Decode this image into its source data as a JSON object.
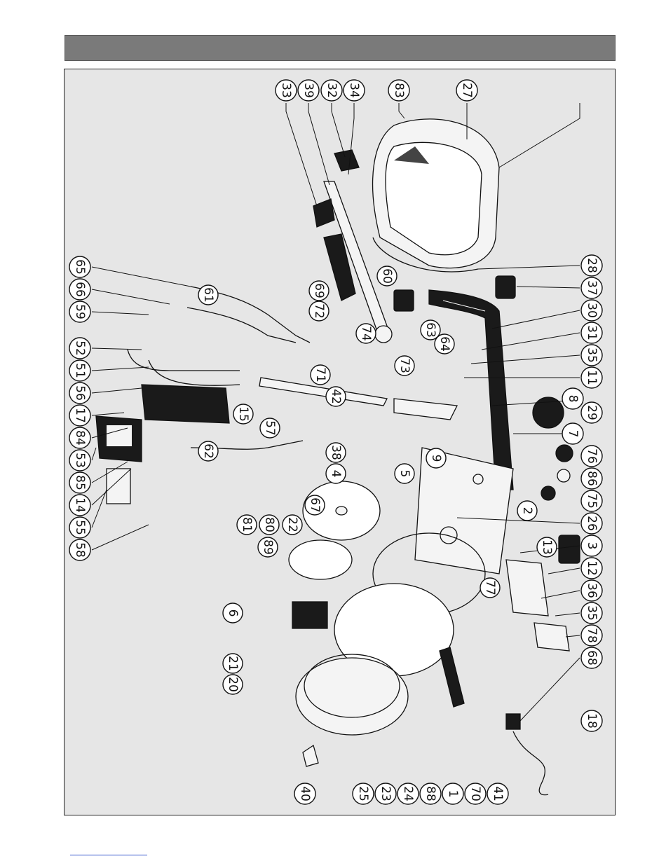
{
  "diagram": {
    "callouts": [
      {
        "id": "c33",
        "label": "33"
      },
      {
        "id": "c39",
        "label": "39"
      },
      {
        "id": "c32",
        "label": "32"
      },
      {
        "id": "c34",
        "label": "34"
      },
      {
        "id": "c83",
        "label": "83"
      },
      {
        "id": "c27",
        "label": "27"
      },
      {
        "id": "c65",
        "label": "65"
      },
      {
        "id": "c66",
        "label": "66"
      },
      {
        "id": "c59",
        "label": "59"
      },
      {
        "id": "c52",
        "label": "52"
      },
      {
        "id": "c51",
        "label": "51"
      },
      {
        "id": "c56",
        "label": "56"
      },
      {
        "id": "c17",
        "label": "17"
      },
      {
        "id": "c84",
        "label": "84"
      },
      {
        "id": "c53",
        "label": "53"
      },
      {
        "id": "c85",
        "label": "85"
      },
      {
        "id": "c14",
        "label": "14"
      },
      {
        "id": "c55",
        "label": "55"
      },
      {
        "id": "c58",
        "label": "58"
      },
      {
        "id": "c61",
        "label": "61"
      },
      {
        "id": "c69",
        "label": "69"
      },
      {
        "id": "c72",
        "label": "72"
      },
      {
        "id": "c60",
        "label": "60"
      },
      {
        "id": "c74",
        "label": "74"
      },
      {
        "id": "c63",
        "label": "63"
      },
      {
        "id": "c64",
        "label": "64"
      },
      {
        "id": "c71",
        "label": "71"
      },
      {
        "id": "c73",
        "label": "73"
      },
      {
        "id": "c42",
        "label": "42"
      },
      {
        "id": "c57",
        "label": "57"
      },
      {
        "id": "c15",
        "label": "15"
      },
      {
        "id": "c62",
        "label": "62"
      },
      {
        "id": "c38",
        "label": "38"
      },
      {
        "id": "c4",
        "label": "4"
      },
      {
        "id": "c5",
        "label": "5"
      },
      {
        "id": "c9",
        "label": "9"
      },
      {
        "id": "c81",
        "label": "81"
      },
      {
        "id": "c80",
        "label": "80"
      },
      {
        "id": "c67",
        "label": "67"
      },
      {
        "id": "c22",
        "label": "22"
      },
      {
        "id": "c89",
        "label": "89"
      },
      {
        "id": "c6",
        "label": "6"
      },
      {
        "id": "c21",
        "label": "21"
      },
      {
        "id": "c20",
        "label": "20"
      },
      {
        "id": "c40",
        "label": "40"
      },
      {
        "id": "c25",
        "label": "25"
      },
      {
        "id": "c23",
        "label": "23"
      },
      {
        "id": "c24",
        "label": "24"
      },
      {
        "id": "c88",
        "label": "88"
      },
      {
        "id": "c1",
        "label": "1"
      },
      {
        "id": "c70",
        "label": "70"
      },
      {
        "id": "c41",
        "label": "41"
      },
      {
        "id": "c18",
        "label": "18"
      },
      {
        "id": "c28",
        "label": "28"
      },
      {
        "id": "c37",
        "label": "37"
      },
      {
        "id": "c30",
        "label": "30"
      },
      {
        "id": "c31",
        "label": "31"
      },
      {
        "id": "c35a",
        "label": "35"
      },
      {
        "id": "c11",
        "label": "11"
      },
      {
        "id": "c8",
        "label": "8"
      },
      {
        "id": "c29",
        "label": "29"
      },
      {
        "id": "c7",
        "label": "7"
      },
      {
        "id": "c76",
        "label": "76"
      },
      {
        "id": "c86",
        "label": "86"
      },
      {
        "id": "c75",
        "label": "75"
      },
      {
        "id": "c26",
        "label": "26"
      },
      {
        "id": "c2",
        "label": "2"
      },
      {
        "id": "c3",
        "label": "3"
      },
      {
        "id": "c12",
        "label": "12"
      },
      {
        "id": "c13",
        "label": "13"
      },
      {
        "id": "c36",
        "label": "36"
      },
      {
        "id": "c35b",
        "label": "35"
      },
      {
        "id": "c77",
        "label": "77"
      },
      {
        "id": "c78",
        "label": "78"
      },
      {
        "id": "c68",
        "label": "68"
      }
    ]
  },
  "colors": {
    "header": "#7a7a7a",
    "background": "#e6e6e6",
    "ink": "#111111",
    "part_light": "#f4f4f4",
    "part_dark": "#1a1a1a"
  }
}
